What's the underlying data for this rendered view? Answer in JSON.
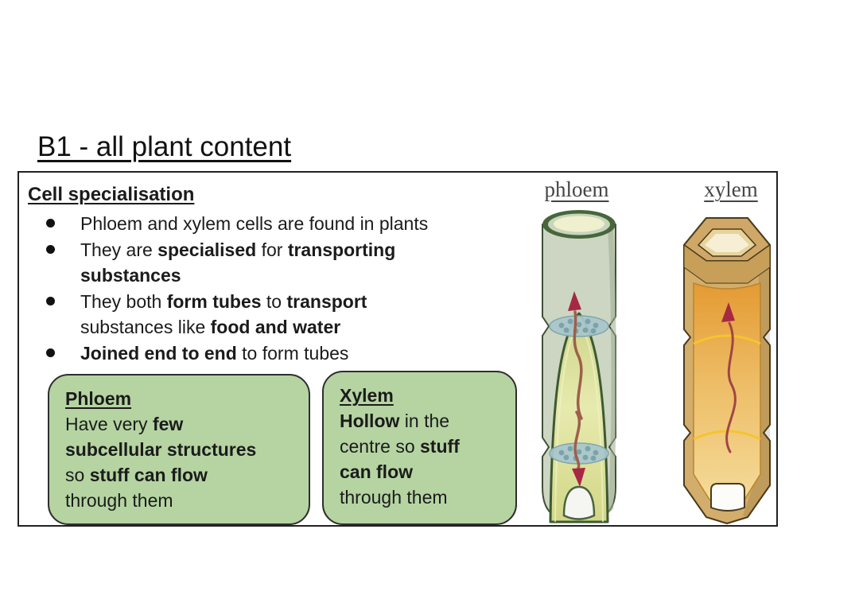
{
  "page": {
    "title": "B1 - all plant content"
  },
  "content_box": {
    "heading": "Cell specialisation",
    "bullets": [
      {
        "lines": [
          [
            {
              "t": "Phloem and xylem cells are found in plants"
            }
          ]
        ]
      },
      {
        "lines": [
          [
            {
              "t": "They are "
            },
            {
              "t": "specialised",
              "b": true
            },
            {
              "t": " for "
            },
            {
              "t": "transporting",
              "b": true
            }
          ],
          [
            {
              "t": "substances",
              "b": true
            }
          ]
        ]
      },
      {
        "lines": [
          [
            {
              "t": "They both "
            },
            {
              "t": "form tubes",
              "b": true
            },
            {
              "t": " to "
            },
            {
              "t": "transport",
              "b": true
            }
          ],
          [
            {
              "t": "substances like "
            },
            {
              "t": "food and water",
              "b": true
            }
          ]
        ]
      },
      {
        "lines": [
          [
            {
              "t": "Joined end to end",
              "b": true
            },
            {
              "t": " to form tubes"
            }
          ]
        ]
      }
    ],
    "cards": [
      {
        "title": "Phloem",
        "lines": [
          [
            {
              "t": "Have very "
            },
            {
              "t": "few",
              "b": true
            }
          ],
          [
            {
              "t": "subcellular structures",
              "b": true
            }
          ],
          [
            {
              "t": "so "
            },
            {
              "t": "stuff can flow",
              "b": true
            }
          ],
          [
            {
              "t": "through them"
            }
          ]
        ]
      },
      {
        "title": "Xylem",
        "lines": [
          [
            {
              "t": "Hollow",
              "b": true
            },
            {
              "t": " in the"
            }
          ],
          [
            {
              "t": "centre so "
            },
            {
              "t": "stuff",
              "b": true
            }
          ],
          [
            {
              "t": "can flow",
              "b": true
            }
          ],
          [
            {
              "t": "through them"
            }
          ]
        ]
      }
    ],
    "diagrams": [
      {
        "label": "phloem"
      },
      {
        "label": "xylem"
      }
    ]
  },
  "colors": {
    "text": "#1b1b1b",
    "box_border": "#222222",
    "card_fill": "#b5d4a2",
    "card_border": "#2e2e2e",
    "diagram_label": "#454545",
    "phloem_body": "#ccd6c2",
    "phloem_rim": "#46663c",
    "phloem_interior": "#dade93",
    "sieve_plate": "#a9c6ca",
    "xylem_body": "#d3ad6b",
    "xylem_interior": "#edb659",
    "xylem_joint_yellow": "#f5c42e",
    "arrow_red": "#a62842"
  }
}
